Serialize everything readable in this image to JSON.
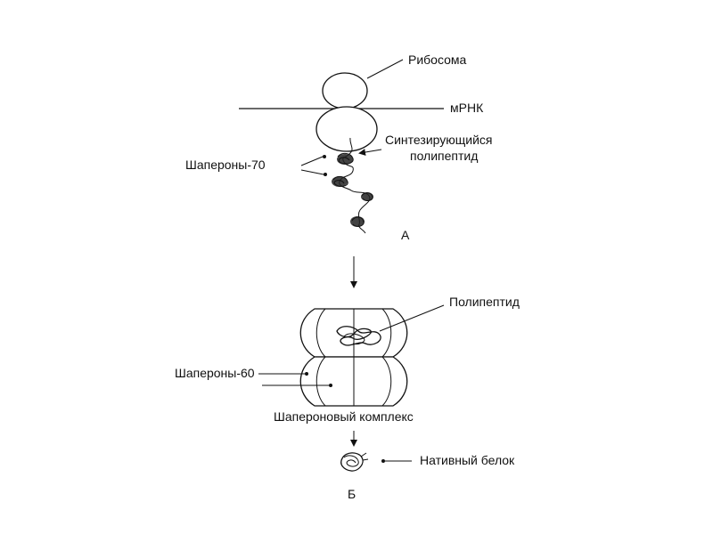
{
  "labels": {
    "ribosome": "Рибосома",
    "mrna": "мРНК",
    "synthesizing_line1": "Синтезирующийся",
    "synthesizing_line2": "полипептид",
    "chaperones70": "Шапероны-70",
    "label_a": "А",
    "polypeptide": "Полипептид",
    "chaperones60": "Шапероны-60",
    "chaperone_complex": "Шапероновый комплекс",
    "native_protein": "Нативный белок",
    "label_b": "Б"
  },
  "colors": {
    "ink": "#111111",
    "background": "#ffffff"
  }
}
